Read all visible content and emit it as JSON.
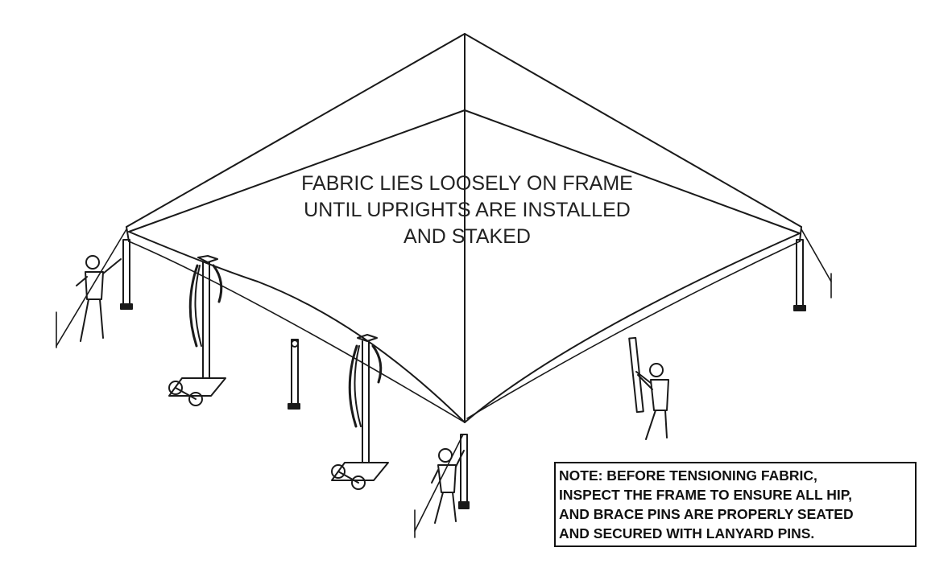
{
  "caption": {
    "line1": "FABRIC LIES LOOSELY ON FRAME",
    "line2": "UNTIL UPRIGHTS ARE INSTALLED",
    "line3": "AND STAKED"
  },
  "note": {
    "line1": "NOTE:  BEFORE TENSIONING FABRIC,",
    "line2": "INSPECT THE FRAME TO ENSURE  ALL HIP,",
    "line3": "AND BRACE PINS ARE PROPERLY SEATED",
    "line4": "AND SECURED WITH LANYARD PINS."
  }
}
